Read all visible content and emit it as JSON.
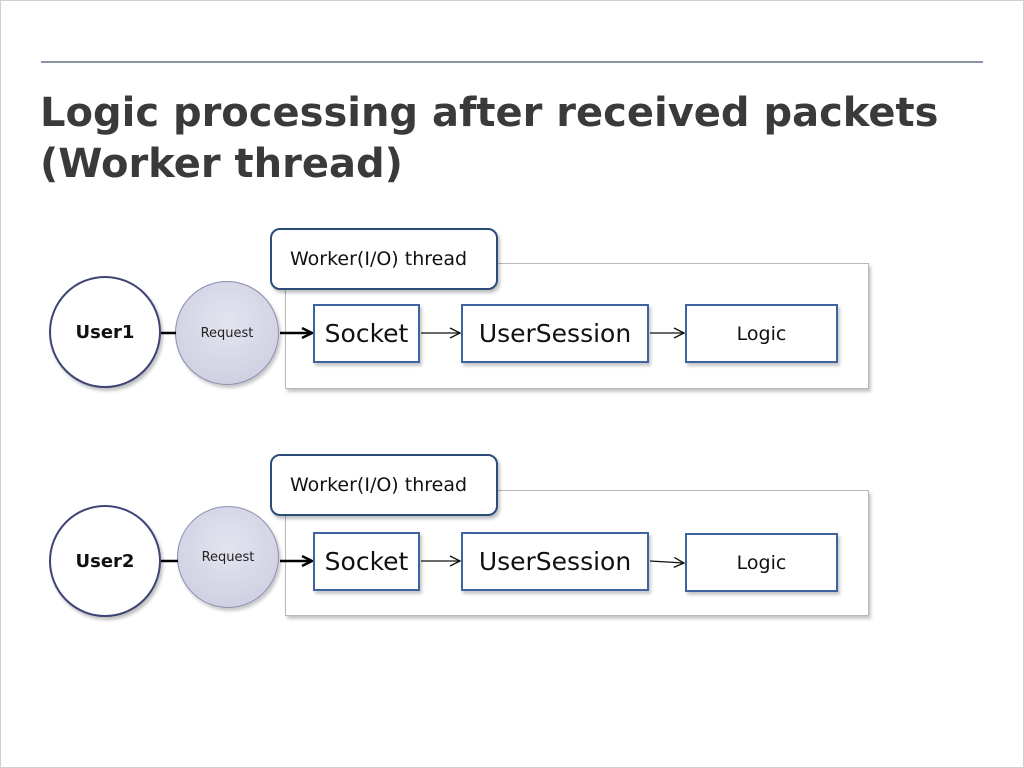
{
  "title": {
    "line1": "Logic processing after received packets",
    "line2": "(Worker thread)"
  },
  "diagram": {
    "rows": [
      {
        "user": "User1",
        "request": "Request",
        "thread_label": "Worker(I/O) thread",
        "nodes": [
          "Socket",
          "UserSession",
          "Logic"
        ]
      },
      {
        "user": "User2",
        "request": "Request",
        "thread_label": "Worker(I/O) thread",
        "nodes": [
          "Socket",
          "UserSession",
          "Logic"
        ]
      }
    ]
  },
  "colors": {
    "title": "#3a3a3a",
    "rule": "#8a96a8",
    "box_border": "#3e63a0",
    "tab_border": "#2c4d78",
    "user_border": "#3e4475",
    "request_fill": "#c9cadd"
  }
}
